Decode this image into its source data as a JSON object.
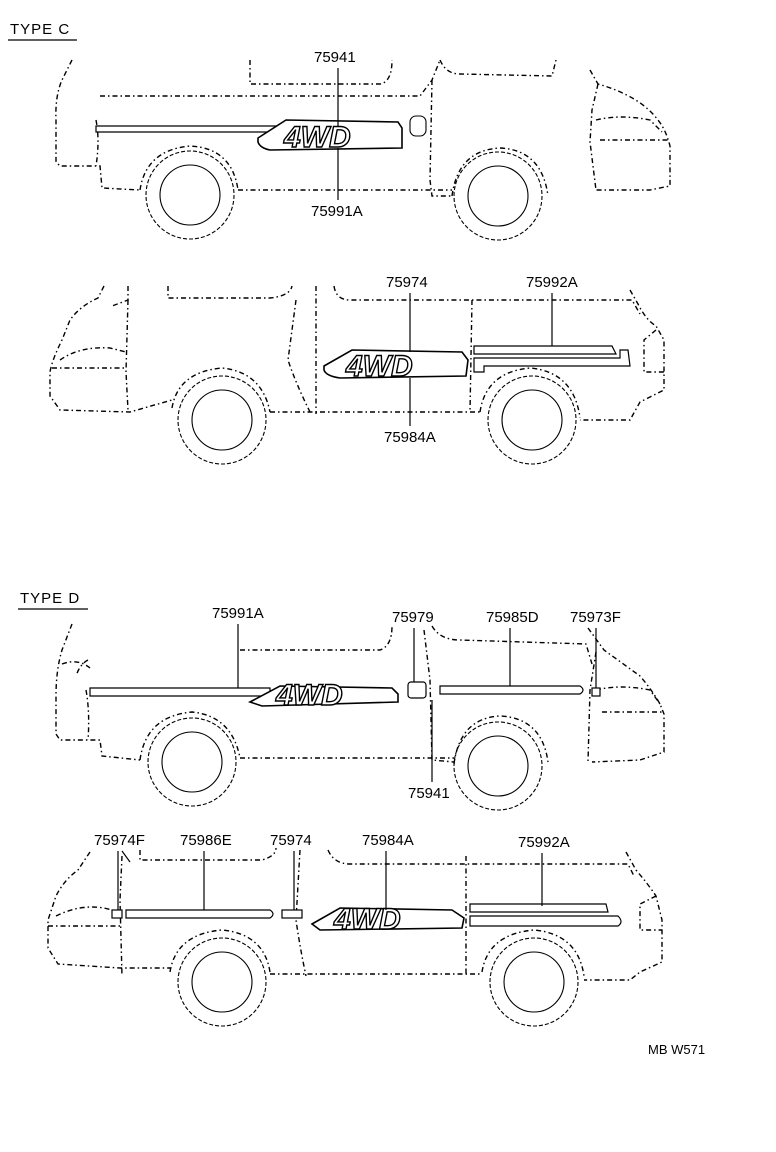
{
  "sections": [
    {
      "heading": "TYPE  C"
    },
    {
      "heading": "TYPE  D"
    }
  ],
  "logo_text": "4WD",
  "part_labels": {
    "c_top_upper": "75941",
    "c_top_lower": "75991A",
    "c_bot_upper_left": "75974",
    "c_bot_upper_right": "75992A",
    "c_bot_lower": "75984A",
    "d_top_1": "75991A",
    "d_top_2": "75979",
    "d_top_3": "75985D",
    "d_top_4": "75973F",
    "d_top_bottom": "75941",
    "d_bot_1": "75974F",
    "d_bot_2": "75986E",
    "d_bot_3": "75974",
    "d_bot_4": "75984A",
    "d_bot_5": "75992A"
  },
  "code": "MB  W571"
}
